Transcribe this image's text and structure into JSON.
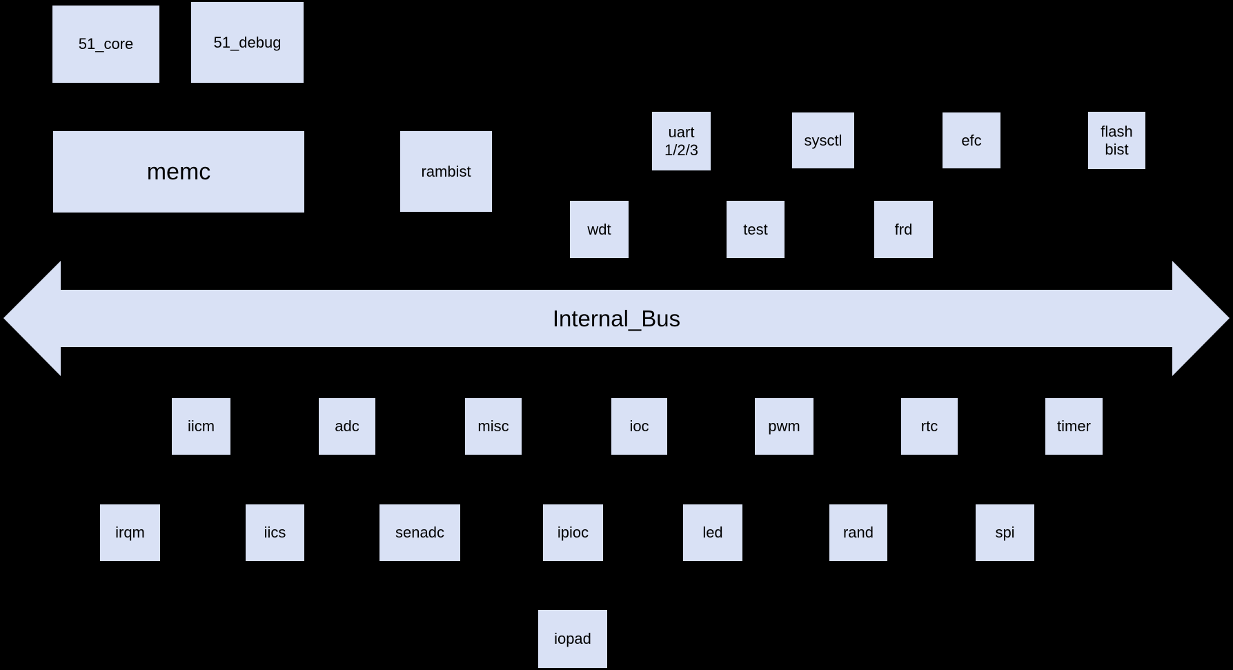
{
  "diagram": {
    "kind": "soc-block-diagram",
    "background_color": "#000000",
    "block_fill_color": "#d9e1f5",
    "text_color": "#000000",
    "bus": {
      "label": "Internal_Bus"
    },
    "blocks": {
      "core51": {
        "label": "51_core"
      },
      "debug51": {
        "label": "51_debug"
      },
      "memc": {
        "label": "memc"
      },
      "rambist": {
        "label": "rambist"
      },
      "uart123": {
        "line1": "uart",
        "line2": "1/2/3"
      },
      "sysctl": {
        "label": "sysctl"
      },
      "efc": {
        "label": "efc"
      },
      "flashbist": {
        "line1": "flash",
        "line2": "bist"
      },
      "wdt": {
        "label": "wdt"
      },
      "test": {
        "label": "test"
      },
      "frd": {
        "label": "frd"
      },
      "iicm": {
        "label": "iicm"
      },
      "adc": {
        "label": "adc"
      },
      "misc": {
        "label": "misc"
      },
      "ioc": {
        "label": "ioc"
      },
      "pwm": {
        "label": "pwm"
      },
      "rtc": {
        "label": "rtc"
      },
      "timer": {
        "label": "timer"
      },
      "irqm": {
        "label": "irqm"
      },
      "iics": {
        "label": "iics"
      },
      "senadc": {
        "label": "senadc"
      },
      "ipioc": {
        "label": "ipioc"
      },
      "led": {
        "label": "led"
      },
      "rand": {
        "label": "rand"
      },
      "spi": {
        "label": "spi"
      },
      "iopad": {
        "label": "iopad"
      }
    }
  }
}
